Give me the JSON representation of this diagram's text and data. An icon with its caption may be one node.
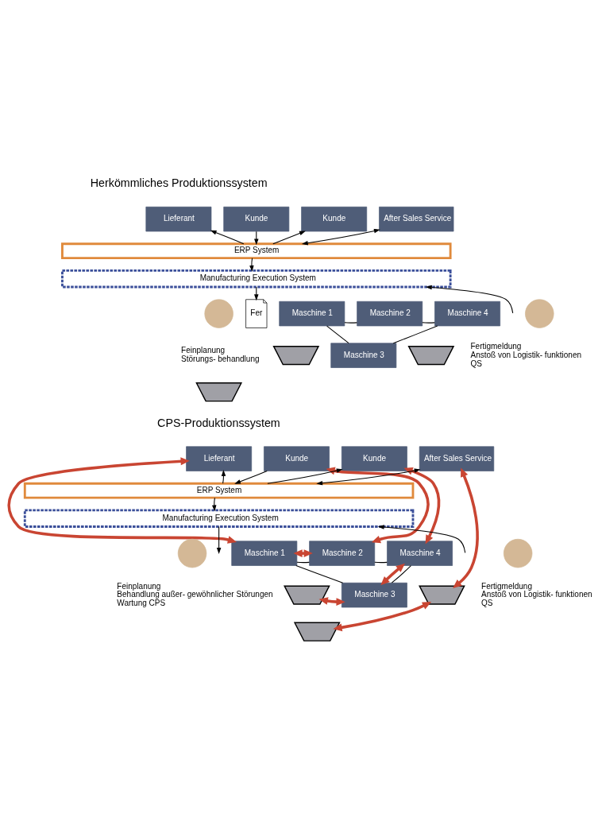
{
  "diagram": {
    "nodes": [
      {
        "text": [
          "Lieferant"
        ]
      },
      {
        "text": [
          "Kunde"
        ]
      },
      {
        "text": [
          "Kunde"
        ]
      },
      {
        "text": [
          "After Sales Service"
        ]
      },
      {
        "text": [
          "ERP System"
        ]
      },
      {
        "text": [
          "Manufacturing Execution System"
        ]
      },
      {
        "text": [],
        "shape": "person",
        "beside": [
          "Feinplanung",
          "Störungs- behandlung"
        ]
      },
      {
        "text": [
          "Fer"
        ]
      },
      {
        "text": [
          "Maschine 1"
        ]
      },
      {
        "text": [
          "Maschine 2"
        ]
      },
      {
        "text": [
          "Maschine 3"
        ]
      },
      {
        "text": [
          "Maschine 4"
        ]
      },
      {
        "text": [],
        "shape": "bin"
      },
      {
        "text": [],
        "shape": "bin"
      },
      {
        "text": [],
        "shape": "bin"
      },
      {
        "text": [],
        "shape": "person",
        "beside": [
          "Fertigmeldung",
          "Anstoß von Logistik- funktionen",
          "QS"
        ]
      },
      {
        "text": [
          "Lieferant"
        ]
      },
      {
        "text": [
          "Kunde"
        ]
      },
      {
        "text": [
          "Kunde"
        ]
      },
      {
        "text": [
          "After Sales Service"
        ]
      },
      {
        "text": [
          "ERP System"
        ]
      },
      {
        "text": [
          "Manufacturing Execution System"
        ]
      },
      {
        "text": [],
        "shape": "person",
        "beside": [
          "Feinplanung",
          "Behandlung außer- gewöhnlicher Störungen",
          "Wartung CPS"
        ]
      },
      {
        "text": [
          "Maschine 1"
        ]
      },
      {
        "text": [
          "Maschine 2"
        ]
      },
      {
        "text": [
          "Maschine 3"
        ]
      },
      {
        "text": [
          "Maschine 4"
        ]
      },
      {
        "text": [],
        "shape": "bin"
      },
      {
        "text": [],
        "shape": "bin"
      },
      {
        "text": [],
        "shape": "bin"
      },
      {
        "text": [],
        "shape": "person",
        "beside": [
          "Fertigmeldung",
          "Anstoß von Logistik- funktionen",
          "QS"
        ]
      }
    ],
    "edges": [
      {
        "from": 4,
        "to": 0,
        "arrow": "to"
      },
      {
        "from": 1,
        "to": 4,
        "arrow": "to"
      },
      {
        "from": 4,
        "to": 2,
        "arrow": "to"
      },
      {
        "from": 3,
        "to": 4,
        "arrow": "both"
      },
      {
        "from": 4,
        "to": 5,
        "arrow": "to"
      },
      {
        "from": 5,
        "to": 7,
        "arrow": "to"
      },
      {
        "from": null,
        "to": 5,
        "arrow": "to"
      },
      {
        "from": 8,
        "to": 9,
        "arrow": "none"
      },
      {
        "from": 8,
        "to": 10,
        "arrow": "none"
      },
      {
        "from": 9,
        "to": 11,
        "arrow": "none"
      },
      {
        "from": 10,
        "to": 11,
        "arrow": "none"
      },
      {
        "from": 20,
        "to": 16,
        "arrow": "to"
      },
      {
        "from": 17,
        "to": 20,
        "arrow": "to"
      },
      {
        "from": 20,
        "to": 18,
        "arrow": "to"
      },
      {
        "from": 19,
        "to": 20,
        "arrow": "both"
      },
      {
        "from": 20,
        "to": 21,
        "arrow": "to"
      },
      {
        "from": null,
        "to": 21,
        "arrow": "to"
      },
      {
        "from": 21,
        "to": null,
        "arrow": "to"
      },
      {
        "from": 23,
        "to": 24,
        "arrow": "none"
      },
      {
        "from": 23,
        "to": 25,
        "arrow": "none"
      },
      {
        "from": 24,
        "to": 26,
        "arrow": "none"
      },
      {
        "from": 25,
        "to": 26,
        "arrow": "none"
      },
      {
        "from": 16,
        "to": 23,
        "arrow": "both",
        "style": "thick",
        "color": "#c94532"
      },
      {
        "from": 17,
        "to": 24,
        "arrow": "both",
        "style": "thick",
        "color": "#c94532"
      },
      {
        "from": 24,
        "to": 23,
        "arrow": "both",
        "style": "thick",
        "color": "#c94532"
      },
      {
        "from": 18,
        "to": 26,
        "arrow": "both",
        "style": "thick",
        "color": "#c94532"
      },
      {
        "from": 19,
        "to": 29,
        "arrow": "both",
        "style": "thick",
        "color": "#c94532"
      },
      {
        "from": 26,
        "to": 25,
        "arrow": "both",
        "style": "thick",
        "color": "#c94532"
      },
      {
        "from": 25,
        "to": 27,
        "arrow": "both",
        "style": "thick",
        "color": "#c94532"
      },
      {
        "from": 29,
        "to": 28,
        "arrow": "both",
        "style": "thick",
        "color": "#c94532"
      }
    ],
    "labels": [
      "Herkömmliches Produktionssystem",
      "CPS-Produktionssystem"
    ]
  }
}
